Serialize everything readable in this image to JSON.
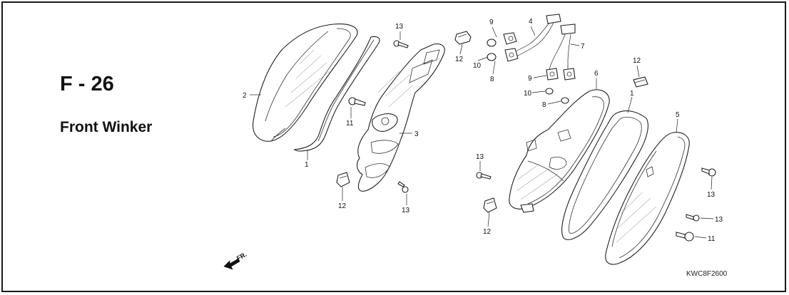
{
  "section_code": "F - 26",
  "section_title": "Front Winker",
  "drawing_code": "KWC8F2600",
  "direction_label": "FR.",
  "callouts": {
    "c1": "1",
    "c2": "2",
    "c3": "3",
    "c4": "4",
    "c5": "5",
    "c6": "6",
    "c7": "7",
    "c8": "8",
    "c9": "9",
    "c10": "10",
    "c11": "11",
    "c12": "12",
    "c13": "13"
  }
}
